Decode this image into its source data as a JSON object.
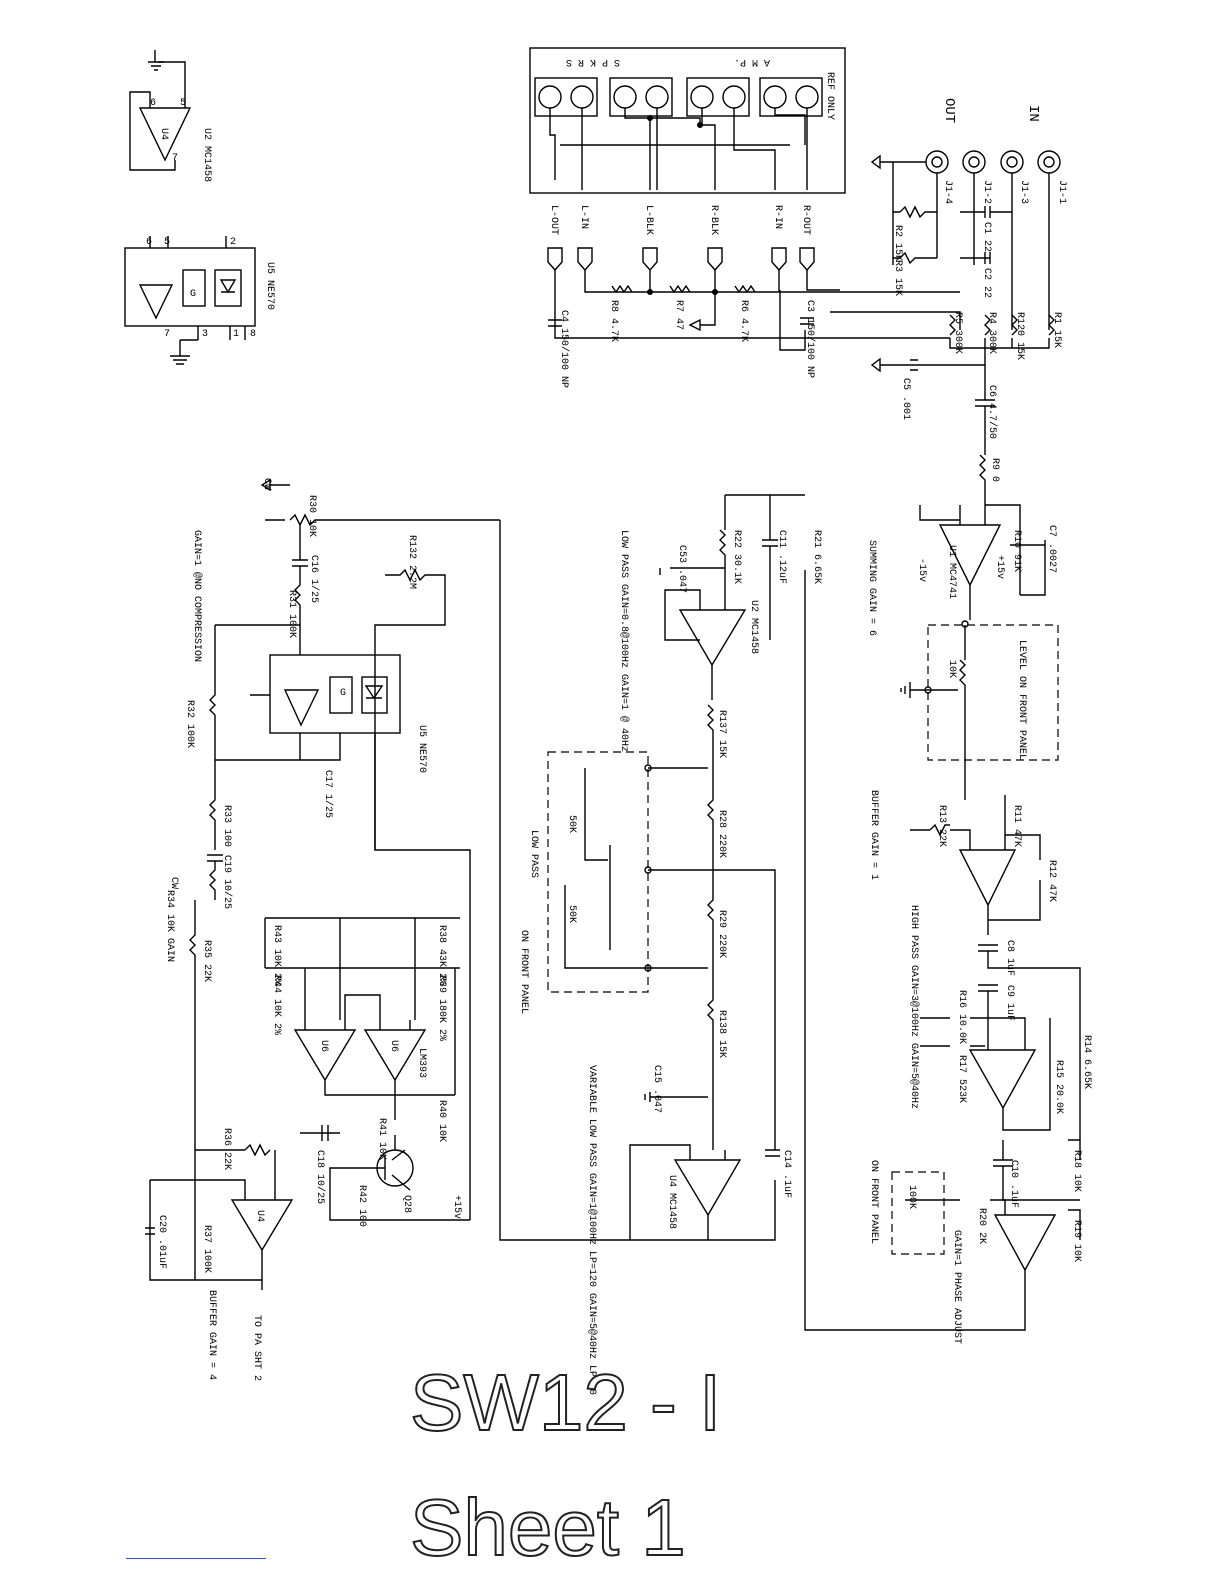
{
  "title": {
    "line1": "SW12 - I",
    "line2": "Sheet 1"
  },
  "labels": {
    "u2": "U2 MC1458",
    "u4": "U4",
    "u5_top": "U5 NE570",
    "ref_only": "REF ONLY",
    "amp": "A M P.",
    "spkrs": "S P K R S",
    "in": "IN",
    "out": "OUT",
    "j11": "J1-1",
    "j13": "J1-3",
    "j12": "J1-2",
    "j14": "J1-4",
    "lout": "L-OUT",
    "lin": "L-IN",
    "lblk": "L-BLK",
    "rblk": "R-BLK",
    "rin": "R-IN",
    "rout": "R-OUT",
    "r8": "R8 4.7K",
    "r7": "R7 47",
    "r6": "R6 4.7K",
    "c4": "C4 150/100 NP",
    "c3": "C3 150/100 NP",
    "r2": "R2 15K",
    "r3": "R3 15K",
    "c1": "C1 22",
    "c2": "C2 22",
    "r5": "R5 300K",
    "r4": "R4 300K",
    "r120": "R120 15K",
    "r1": "R1 15K",
    "c5": "C5 .001",
    "c6": "C6 4.7/50",
    "r9": "R9 0",
    "u1sum": "U1 MC4741",
    "r10": "R10 91K",
    "c7": "C7 .0027",
    "summing": "SUMMING GAIN = 6",
    "level": "LEVEL ON FRONT PANEL",
    "level_pot": "10K",
    "buffer1": "BUFFER GAIN = 1",
    "r13": "R13 22K",
    "r11": "R11 47K",
    "r12": "R12 47K",
    "highpass": "HIGH PASS GAIN=3@100Hz GAIN=5@40Hz",
    "c8": "C8 1uF",
    "c9": "C9 1uF",
    "r16": "R16 10.0K",
    "r17": "R17 523K",
    "r14": "R14 6.65K",
    "r15": "R15 20.0K",
    "c10": "C10 .1uF",
    "r18": "R18 10K",
    "r19": "R19 10K",
    "r20": "R20 2K",
    "phase": "GAIN=1 PHASE ADJUST",
    "phase_panel": "ON FRONT PANEL",
    "phase_pot": "100K",
    "lowpass1": "LOW PASS GAIN=0.8@100Hz GAIN=1 @ 40Hz",
    "c53": "C53 .047",
    "r22": "R22 30.1K",
    "c11": "C11 .12uF",
    "r21": "R21 6.65K",
    "u2mid": "U2 MC1458",
    "r137": "R137 15K",
    "r28": "R28 220K",
    "r29": "R29 220K",
    "r138": "R138 15K",
    "lp_panel": "LOW PASS",
    "lp_front": "ON FRONT PANEL",
    "pot50a": "50K",
    "pot50b": "50K",
    "c15": "C15 .047",
    "u4mid": "U4 MC1458",
    "c14": "C14 .1uF",
    "vlp": "VARIABLE LOW PASS GAIN=1@100Hz LP=120 GAIN=5@40Hz LP=40",
    "r30": "R30 10K",
    "cw": "CW",
    "c16": "C16 1/25",
    "r31": "R31 100K",
    "r132": "R132 2.2M",
    "gain_note": "GAIN=1 @NO COMPRESSION",
    "u5": "U5 NE570",
    "r32": "R32 100K",
    "c17": "C17 1/25",
    "r33": "R33 100",
    "c19": "C19 10/25",
    "r34": "R34 10K GAIN",
    "r35": "R35 22K",
    "r43": "R43 10K 2%",
    "r44": "R44 10K 2%",
    "r38": "R38 43K 2%",
    "r39": "R39 180K 2%",
    "u6": "U6",
    "lm393": "LM393",
    "r40": "R40 10K",
    "r41": "R41 10K",
    "r42": "R42 100",
    "q28": "Q28",
    "c18": "C18 10/25",
    "r36": "R36 22K",
    "r37": "R37 100K",
    "c20": "C20 .01uF",
    "buffer4": "BUFFER GAIN = 4",
    "to_pa": "TO PA SHT 2",
    "v15": "+15v",
    "vm15": "-15v"
  },
  "colors": {
    "ink": "#000000",
    "title_fill": "#ffffff",
    "title_stroke": "#222222",
    "link": "#3355cc"
  }
}
